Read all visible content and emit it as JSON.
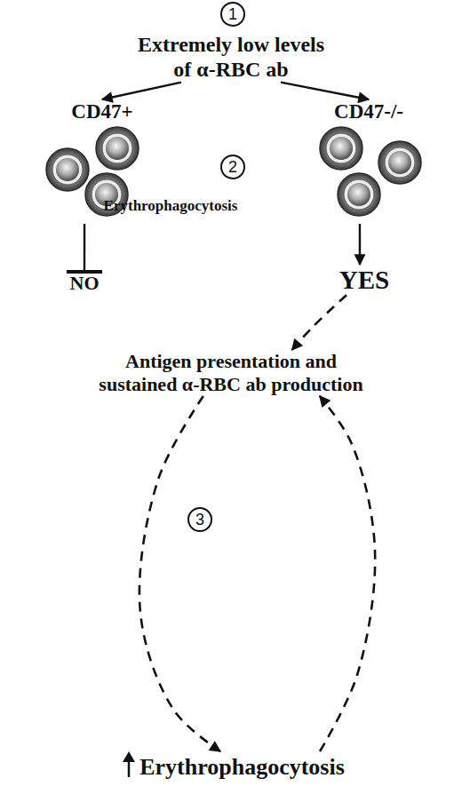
{
  "diagram": {
    "nodes": [
      {
        "text": [
          "Extremely low levels of α-RBC ab"
        ]
      },
      {
        "text": [
          "CD47+"
        ]
      },
      {
        "text": [
          "CD47-/-"
        ]
      },
      {
        "text": [
          "NO"
        ]
      },
      {
        "text": [
          "YES"
        ]
      },
      {
        "text": [
          "Antigen presentation and sustained α-RBC ab production"
        ]
      },
      {
        "text": [
          "Erythrophagocytosis"
        ]
      }
    ],
    "edges": [
      {
        "from": 0,
        "to": 1,
        "arrow": "to"
      },
      {
        "from": 0,
        "to": 2,
        "arrow": "to"
      },
      {
        "from": 1,
        "to": 3,
        "arrow": "none"
      },
      {
        "from": 2,
        "to": 4,
        "arrow": "to"
      },
      {
        "from": 4,
        "to": 5,
        "arrow": "to"
      },
      {
        "from": 5,
        "to": 6,
        "arrow": "to"
      },
      {
        "from": 6,
        "to": 5,
        "arrow": "to"
      }
    ],
    "labels": [
      "1",
      "2",
      "Erythrophagocytosis",
      "3"
    ]
  }
}
